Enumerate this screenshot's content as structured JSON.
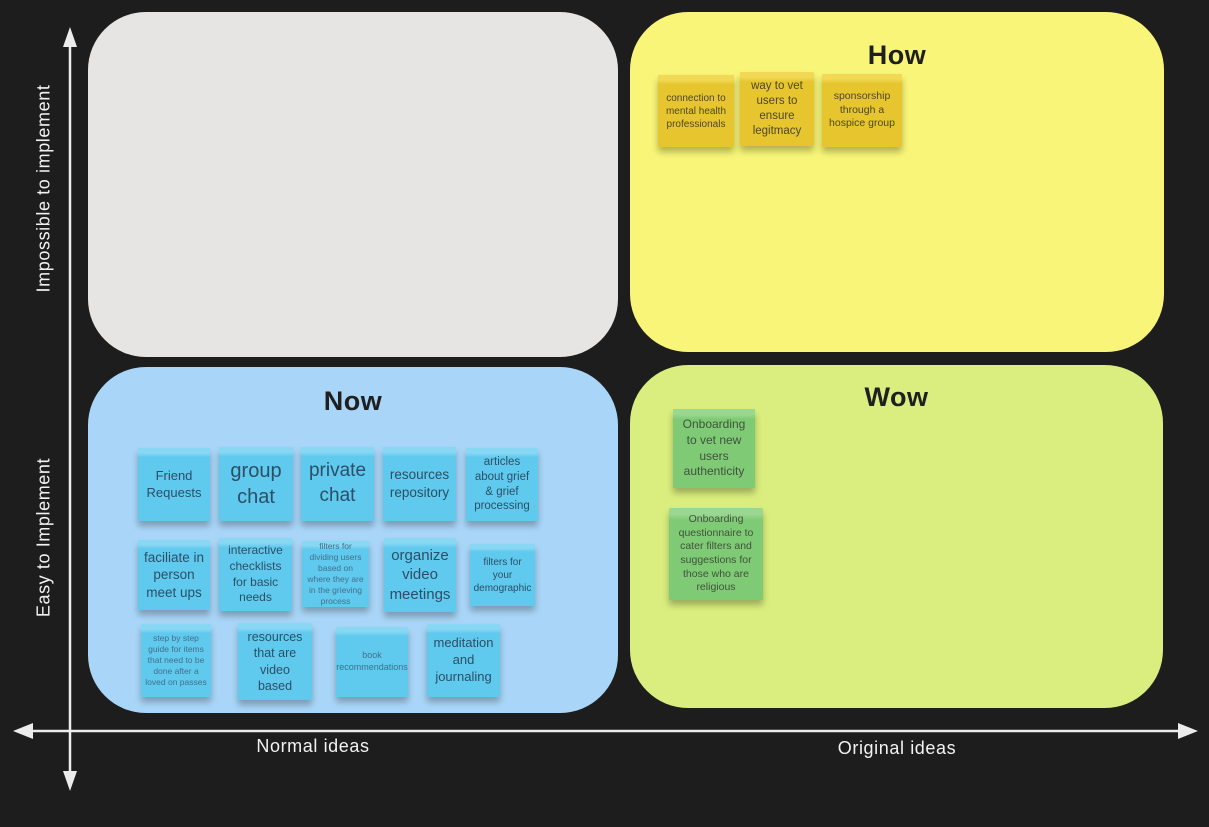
{
  "board": {
    "background": "#1d1d1d",
    "axis_color": "#ececec"
  },
  "axes": {
    "y_top_label": "Impossible to implement",
    "y_bottom_label": "Easy to Implement",
    "x_left_label": "Normal ideas",
    "x_right_label": "Original ideas"
  },
  "quadrants": {
    "top_left": {
      "title": "",
      "color": "#e6e5e4",
      "notes": []
    },
    "how": {
      "title": "How",
      "color": "#f8f578",
      "note_color": "#e6c52f",
      "notes": [
        "connection to mental health professionals",
        "way to vet users to ensure legitmacy",
        "sponsorship through a hospice group"
      ]
    },
    "now": {
      "title": "Now",
      "color": "#a9d6f8",
      "note_color": "#5fc9ee",
      "notes": [
        "Friend Requests",
        "group chat",
        "private chat",
        "resources repository",
        "articles about grief & grief processing",
        "faciliate in person meet ups",
        "interactive checklists for basic needs",
        "filters for dividing users based on where they are in the grieving process",
        "organize video meetings",
        "filters for your demographic",
        "step by step guide for items that need to be done after a loved on passes",
        "resources that are video based",
        "book recommendations",
        "meditation and journaling"
      ]
    },
    "wow": {
      "title": "Wow",
      "color": "#d9ee7e",
      "note_color": "#7fca74",
      "notes": [
        "Onboarding to vet new users authenticity",
        "Onboarding questionnaire to cater filters and suggestions for those who are religious"
      ]
    }
  }
}
